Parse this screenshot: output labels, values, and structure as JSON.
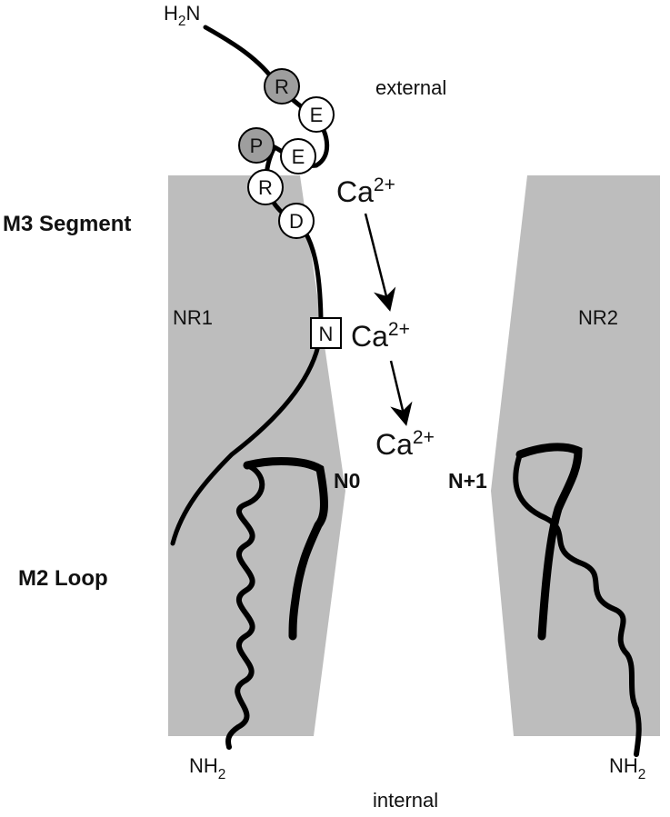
{
  "labels": {
    "nterm_h": "H",
    "nterm_sub": "2",
    "nterm_n": "N",
    "external": "external",
    "internal": "internal",
    "m3": "M3 Segment",
    "m2": "M2 Loop",
    "nr1": "NR1",
    "nr2": "NR2",
    "n0": "N0",
    "n1": "N+1",
    "nh2_left_main": "NH",
    "nh2_left_sub": "2",
    "nh2_right_main": "NH",
    "nh2_right_sub": "2",
    "ca_main": "Ca",
    "ca_sup": "2+",
    "site_n": "N"
  },
  "residues": [
    {
      "letter": "R",
      "shaded": true
    },
    {
      "letter": "E",
      "shaded": false
    },
    {
      "letter": "P",
      "shaded": true
    },
    {
      "letter": "E",
      "shaded": false
    },
    {
      "letter": "R",
      "shaded": false
    },
    {
      "letter": "D",
      "shaded": false
    }
  ],
  "colors": {
    "membrane": "#bdbdbd",
    "shaded_residue": "#9e9e9e",
    "open_residue": "#ffffff",
    "line": "#000000"
  }
}
